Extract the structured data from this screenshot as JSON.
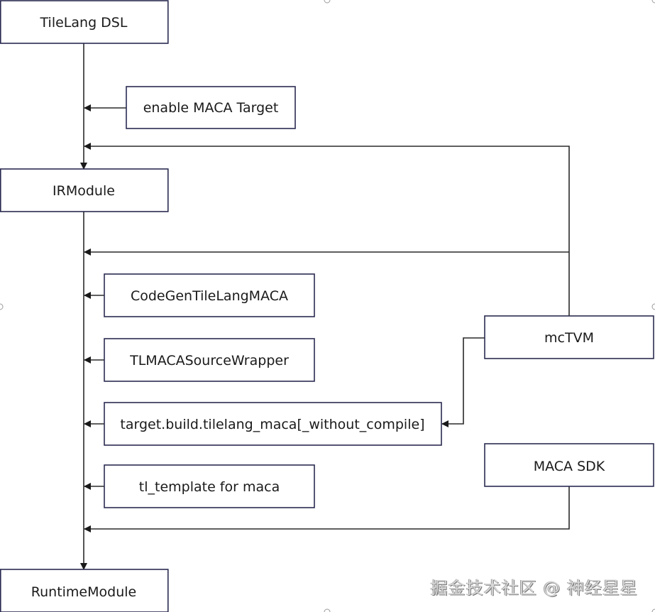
{
  "diagram": {
    "nodes": {
      "tilelang_dsl": "TileLang DSL",
      "enable_maca_target": "enable MACA Target",
      "irmodule": "IRModule",
      "codegen": "CodeGenTileLangMACA",
      "source_wrapper": "TLMACASourceWrapper",
      "target_build": "target.build.tilelang_maca[_without_compile]",
      "tl_template": "tl_template for maca",
      "mctvm": "mcTVM",
      "maca_sdk": "MACA SDK",
      "runtime_module": "RuntimeModule"
    },
    "edges": [
      {
        "from": "TileLang DSL",
        "to": "IRModule"
      },
      {
        "from": "enable MACA Target",
        "to": "TileLang DSL→IRModule flow"
      },
      {
        "from": "mcTVM",
        "to": "TileLang DSL→IRModule flow"
      },
      {
        "from": "IRModule",
        "to": "RuntimeModule"
      },
      {
        "from": "mcTVM",
        "to": "IRModule→RuntimeModule flow"
      },
      {
        "from": "CodeGenTileLangMACA",
        "to": "IRModule→RuntimeModule flow"
      },
      {
        "from": "TLMACASourceWrapper",
        "to": "IRModule→RuntimeModule flow"
      },
      {
        "from": "target.build.tilelang_maca[_without_compile]",
        "to": "IRModule→RuntimeModule flow"
      },
      {
        "from": "mcTVM",
        "to": "target.build.tilelang_maca[_without_compile]"
      },
      {
        "from": "tl_template for maca",
        "to": "IRModule→RuntimeModule flow"
      },
      {
        "from": "MACA SDK",
        "to": "IRModule→RuntimeModule flow"
      }
    ]
  },
  "watermark": "掘金技术社区 @ 神经星星"
}
